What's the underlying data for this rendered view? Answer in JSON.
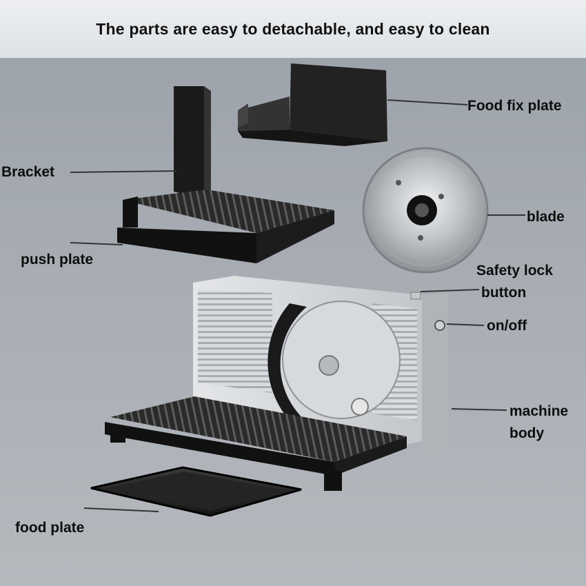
{
  "header": {
    "title": "The parts are easy to detachable, and easy to clean"
  },
  "labels": {
    "food_fix_plate": "Food fix plate",
    "bracket": "Bracket",
    "blade": "blade",
    "push_plate": "push plate",
    "safety_lock_line1": "Safety lock",
    "safety_lock_line2": "button",
    "on_off": "on/off",
    "machine_body_line1": "machine",
    "machine_body_line2": "body",
    "food_plate": "food plate"
  },
  "colors": {
    "background": "#a6abb2",
    "header_background": "#e6e8ea",
    "plastic_black": "#1a1a1a",
    "metal": "#c8ccd0"
  }
}
